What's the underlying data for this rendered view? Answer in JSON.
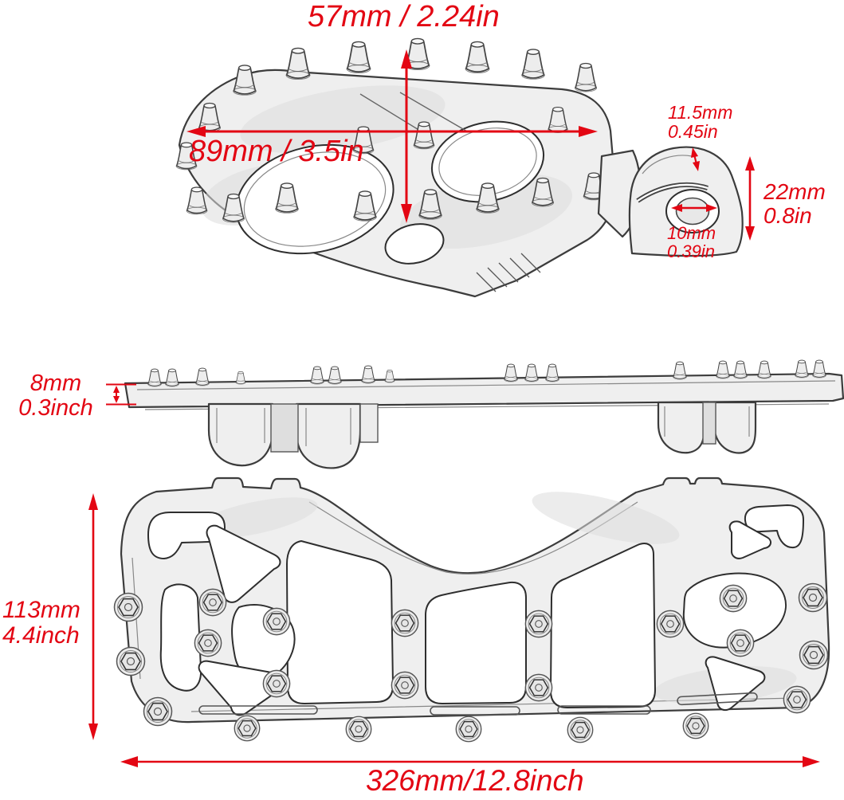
{
  "colors": {
    "accent": "#e30613",
    "linework": "#3c3c3c"
  },
  "diagram_subject": "motorcycle foot peg and floorboard dimension drawing",
  "annotations": {
    "peg_width": "57mm / 2.24in",
    "peg_length": "89mm / 3.5in",
    "clamp_slot": {
      "mm": "11.5mm",
      "inch": "0.45in"
    },
    "clamp_height": {
      "mm": "22mm",
      "inch": "0.8in"
    },
    "mount_hole": {
      "mm": "10mm",
      "inch": "0.39in"
    },
    "plate_thickness": {
      "mm": "8mm",
      "inch": "0.3inch"
    },
    "board_depth": {
      "mm": "113mm",
      "inch": "4.4inch"
    },
    "board_length": "326mm/12.8inch"
  }
}
